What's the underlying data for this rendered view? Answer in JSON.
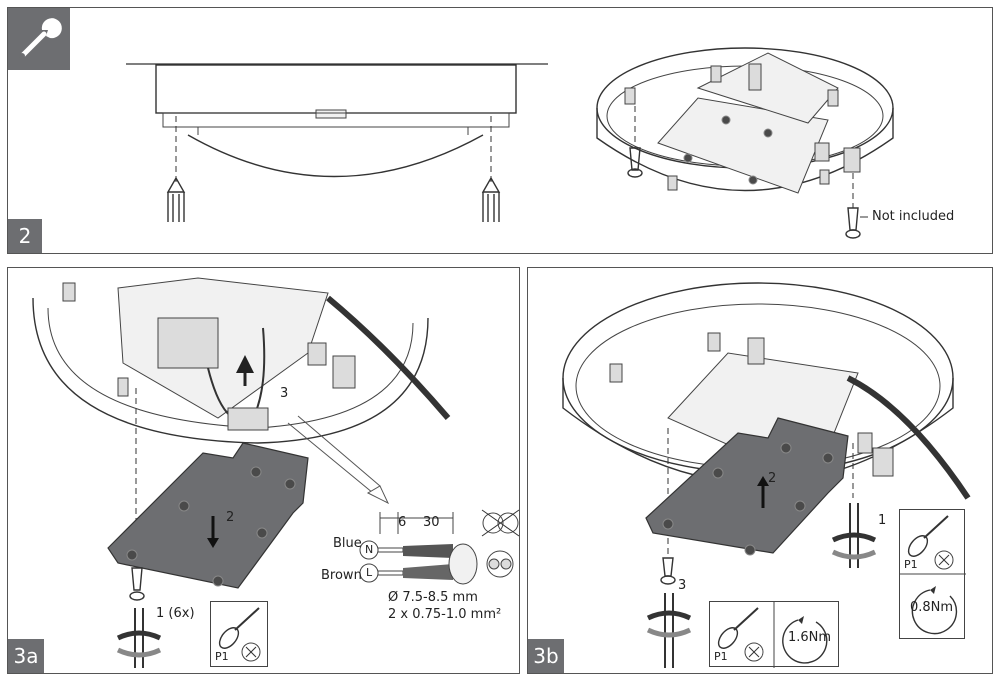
{
  "step2": {
    "tag": "2",
    "note": "Not included"
  },
  "step3a": {
    "tag": "3a",
    "arrow_label": "2",
    "screw_count": "1 (6x)",
    "connector_label": "3",
    "tool_label": "P1",
    "wire_blue": "Blue",
    "wire_brown": "Brown",
    "neutral": "N",
    "live": "L",
    "dim_strip": "6",
    "dim_sheath": "30",
    "cable_diameter": "Ø 7.5-8.5 mm",
    "conductor_size": "2 x 0.75-1.0 mm²"
  },
  "step3b": {
    "tag": "3b",
    "arrow_label": "2",
    "screw_right_label": "1",
    "screw_left_label": "3",
    "tool_label_1": "P1",
    "tool_label_2": "P1",
    "torque_1": "0.8Nm",
    "torque_2": "1.6Nm"
  }
}
